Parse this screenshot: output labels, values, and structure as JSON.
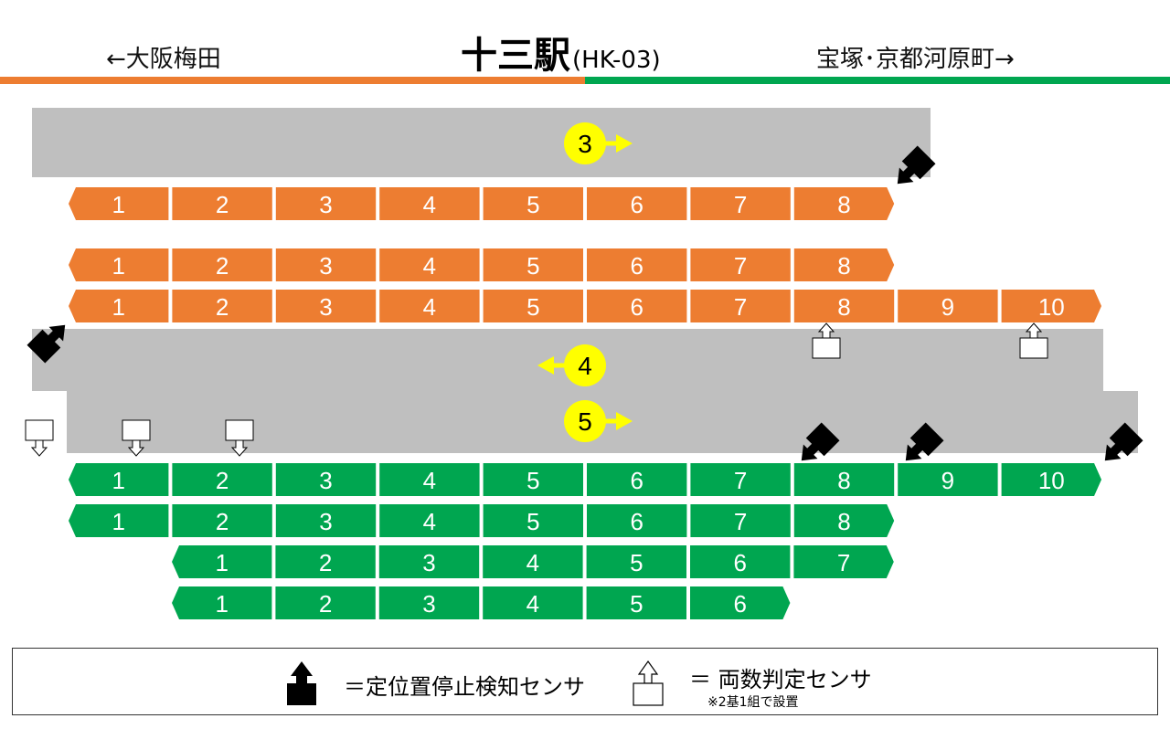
{
  "header": {
    "title": "十三駅",
    "code": "(HK-03)",
    "left_direction": "←大阪梅田",
    "right_direction": "宝塚･京都河原町→",
    "left_bar_color": "#ed7d31",
    "right_bar_color": "#00a650"
  },
  "colors": {
    "platform": "#bfbfbf",
    "orange_car": "#ed7d31",
    "green_car": "#00a650",
    "track_marker": "#ffff00",
    "sensor_black": "#000000"
  },
  "tracks": [
    {
      "number": "3",
      "direction": "right"
    },
    {
      "number": "4",
      "direction": "left"
    },
    {
      "number": "5",
      "direction": "right"
    }
  ],
  "trains": [
    {
      "name": "orange-train-1",
      "color": "orange",
      "cars": [
        "1",
        "2",
        "3",
        "4",
        "5",
        "6",
        "7",
        "8"
      ]
    },
    {
      "name": "orange-train-2",
      "color": "orange",
      "cars": [
        "1",
        "2",
        "3",
        "4",
        "5",
        "6",
        "7",
        "8"
      ]
    },
    {
      "name": "orange-train-3",
      "color": "orange",
      "cars": [
        "1",
        "2",
        "3",
        "4",
        "5",
        "6",
        "7",
        "8",
        "9",
        "10"
      ]
    },
    {
      "name": "green-train-1",
      "color": "green",
      "cars": [
        "1",
        "2",
        "3",
        "4",
        "5",
        "6",
        "7",
        "8",
        "9",
        "10"
      ]
    },
    {
      "name": "green-train-2",
      "color": "green",
      "cars": [
        "1",
        "2",
        "3",
        "4",
        "5",
        "6",
        "7",
        "8"
      ]
    },
    {
      "name": "green-train-3",
      "color": "green",
      "cars": [
        "1",
        "2",
        "3",
        "4",
        "5",
        "6",
        "7"
      ]
    },
    {
      "name": "green-train-4",
      "color": "green",
      "cars": [
        "1",
        "2",
        "3",
        "4",
        "5",
        "6"
      ]
    }
  ],
  "legend": {
    "stop_sensor_label": "＝定位置停止検知センサ",
    "count_sensor_label": "＝ 両数判定センサ",
    "count_sensor_note": "※2基1組で設置"
  }
}
